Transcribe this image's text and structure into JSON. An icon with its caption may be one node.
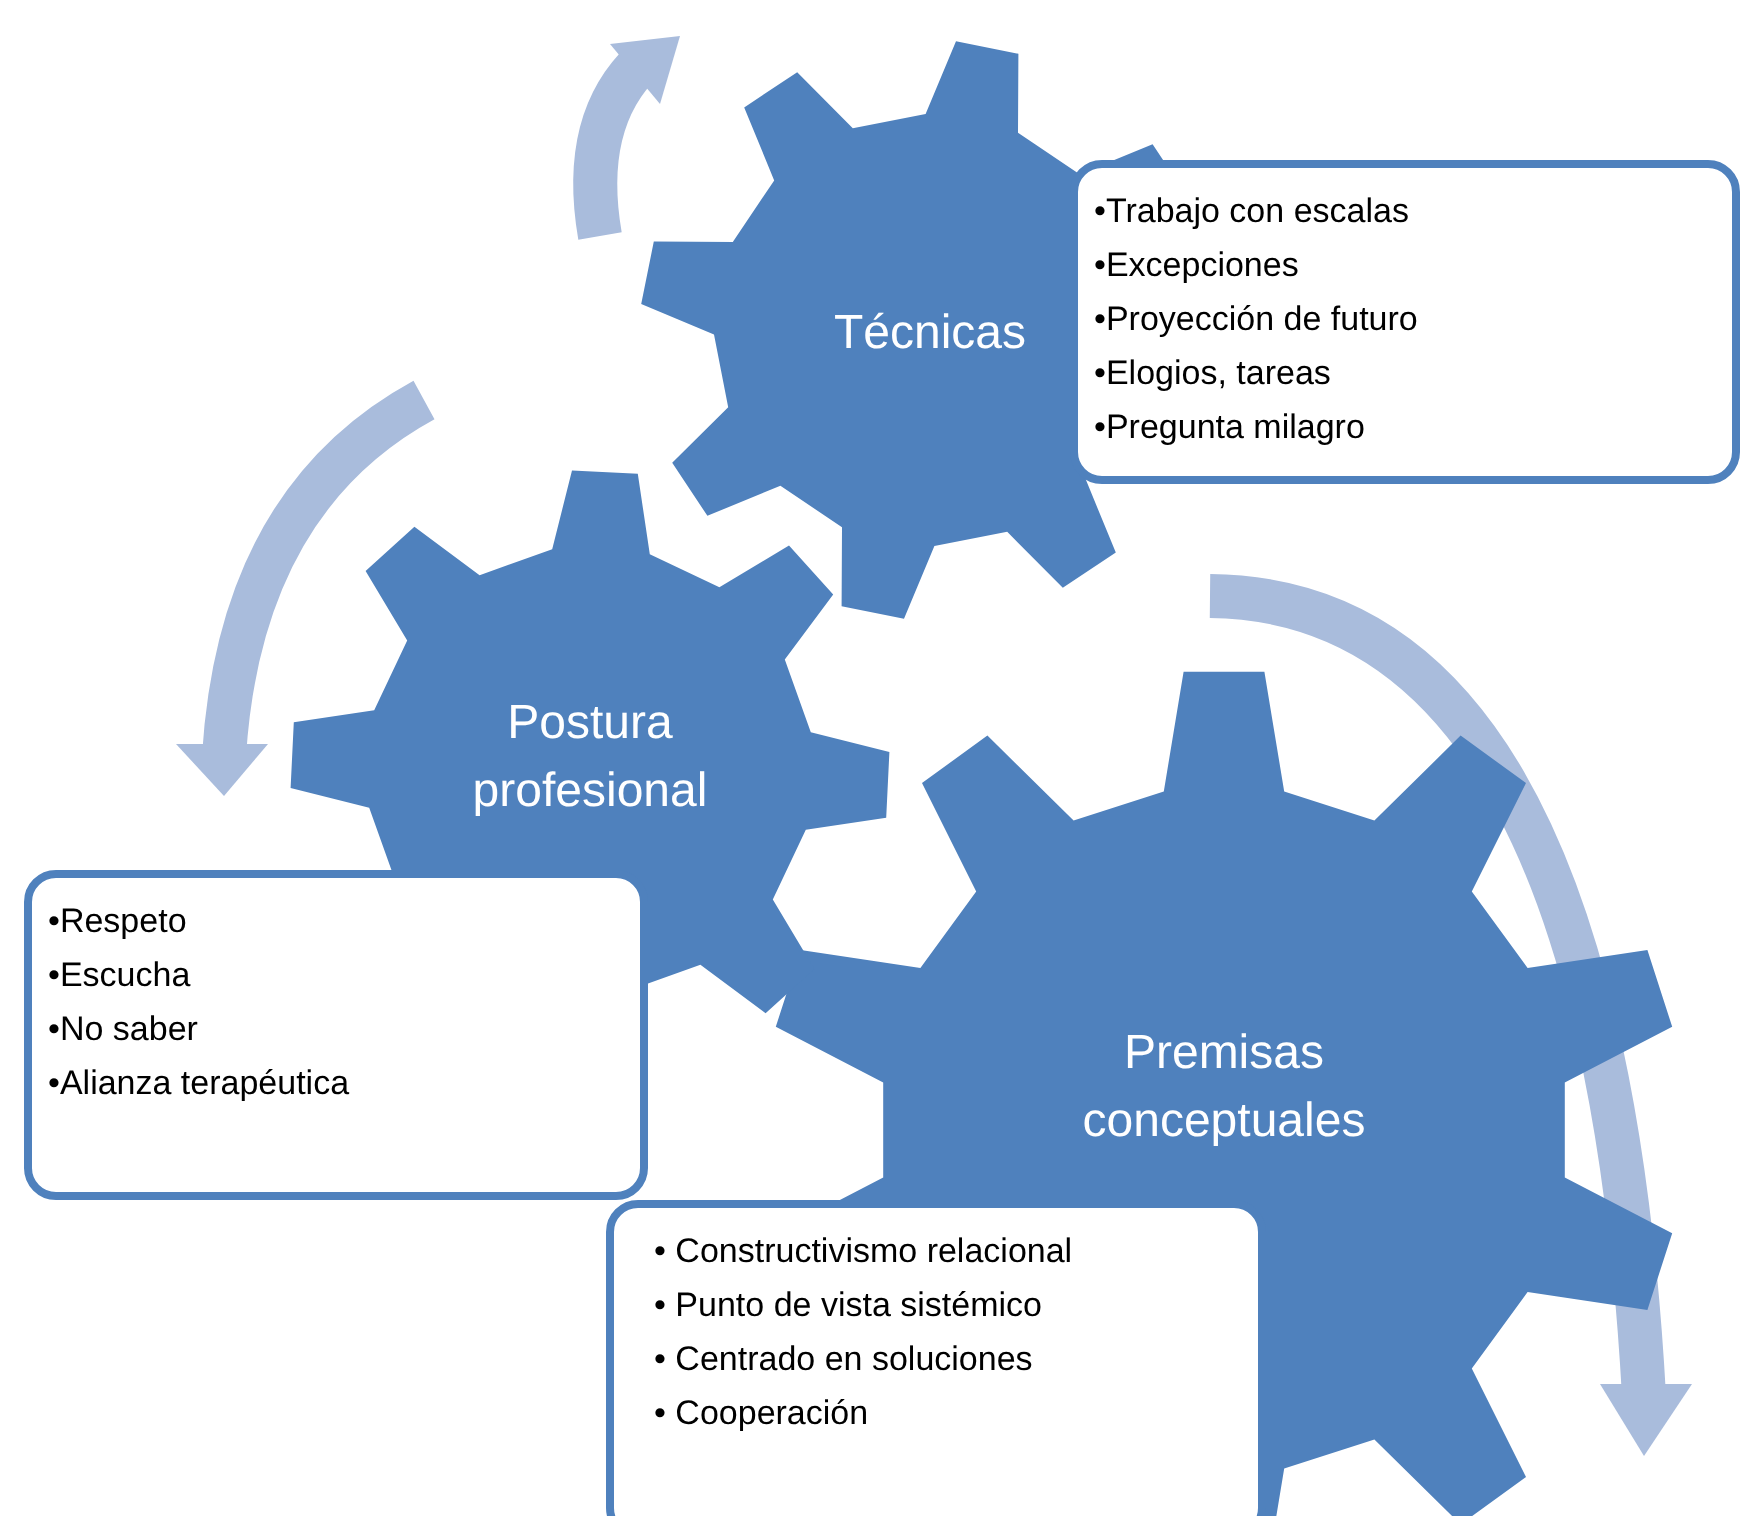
{
  "diagram": {
    "nodes": [
      {
        "text": [
          "Técnicas"
        ]
      },
      {
        "text": [
          "•Trabajo con escalas",
          "•Excepciones",
          "•Proyección de futuro",
          "•Elogios, tareas",
          "•Pregunta milagro"
        ]
      },
      {
        "text": [
          "Postura profesional"
        ]
      },
      {
        "text": [
          "•Respeto",
          "•Escucha",
          "•No saber",
          "•Alianza terapéutica"
        ]
      },
      {
        "text": [
          "Premisas conceptuales"
        ]
      },
      {
        "text": [
          "• Constructivismo relacional",
          "• Punto de vista sistémico",
          "• Centrado en soluciones",
          "• Cooperación"
        ]
      }
    ]
  }
}
